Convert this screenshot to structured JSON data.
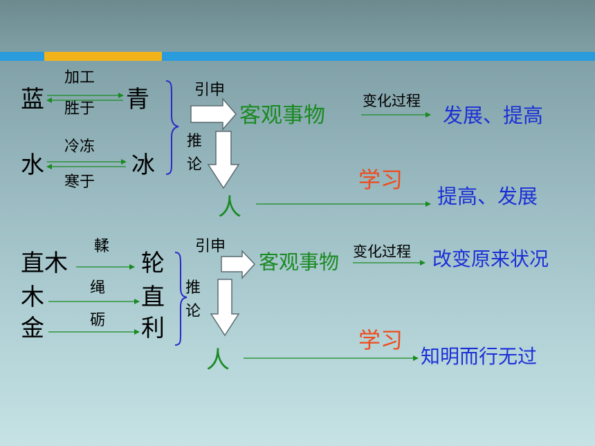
{
  "top_diagram": {
    "char_lan": "蓝",
    "char_qing": "青",
    "label_jiagong": "加工",
    "label_shengyu": "胜于",
    "char_shui": "水",
    "char_bing": "冰",
    "label_lengdong": "冷冻",
    "label_hanyu": "寒于",
    "label_yinshen": "引申",
    "label_tui": "推",
    "label_lun": "论",
    "objective_things": "客观事物",
    "change_process": "变化过程",
    "develop_improve": "发展、提高",
    "study": "学习",
    "person": "人",
    "improve_develop": "提高、发展"
  },
  "bottom_diagram": {
    "zhimu": "直木",
    "lun": "轮",
    "label_rou": "輮",
    "mu": "木",
    "zhi": "直",
    "label_sheng": "绳",
    "jin": "金",
    "li": "利",
    "label_li": "砺",
    "label_yinshen": "引申",
    "label_tui": "推",
    "label_lun": "论",
    "objective_things": "客观事物",
    "change_process": "变化过程",
    "change_state": "改变原来状况",
    "study": "学习",
    "person": "人",
    "wisdom": "知明而行无过"
  },
  "colors": {
    "green": "#1a8a22",
    "blue": "#1c2fd6",
    "red": "#f04a1c",
    "band_blue": "#2a9bdc",
    "band_gold": "#f2b21a"
  }
}
